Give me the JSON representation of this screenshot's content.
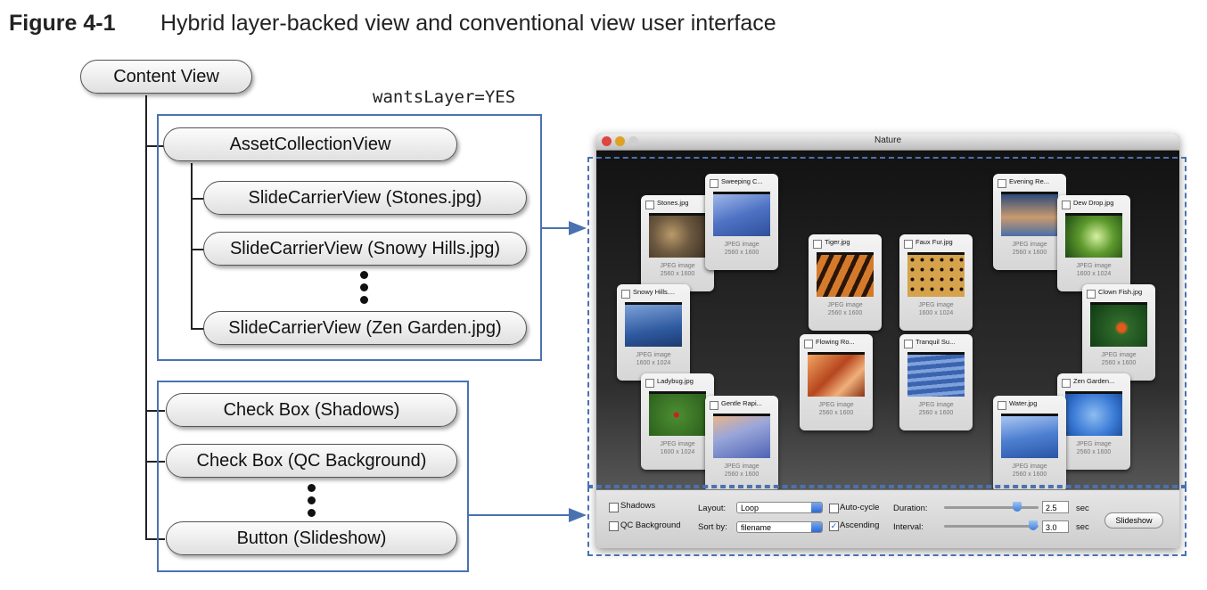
{
  "figure": {
    "label": "Figure 4-1",
    "title": "Hybrid layer-backed view and conventional view user interface"
  },
  "hierarchy": {
    "root": "Content View",
    "wants_layer": "wantsLayer=YES",
    "asset_collection": "AssetCollectionView",
    "slide_carriers": [
      "SlideCarrierView (Stones.jpg)",
      "SlideCarrierView (Snowy Hills.jpg)",
      "SlideCarrierView (Zen Garden.jpg)"
    ],
    "controls": [
      "Check Box (Shadows)",
      "Check Box (QC Background)",
      "Button (Slideshow)"
    ]
  },
  "window": {
    "title": "Nature",
    "colors": {
      "close": "#e0443e",
      "minimize": "#dea123",
      "zoom": "#1aab29"
    },
    "slides": [
      {
        "name": "Stones.jpg",
        "type": "JPEG image",
        "dims": "2560 x 1600"
      },
      {
        "name": "Sweeping C...",
        "type": "JPEG image",
        "dims": "2560 x 1600"
      },
      {
        "name": "Tiger.jpg",
        "type": "JPEG image",
        "dims": "2560 x 1600"
      },
      {
        "name": "Faux Fur.jpg",
        "type": "JPEG image",
        "dims": "1600 x 1024"
      },
      {
        "name": "Evening Re...",
        "type": "JPEG image",
        "dims": "2560 x 1600"
      },
      {
        "name": "Dew Drop.jpg",
        "type": "JPEG image",
        "dims": "1600 x 1024"
      },
      {
        "name": "Snowy Hills....",
        "type": "JPEG image",
        "dims": "1600 x 1024"
      },
      {
        "name": "Clown Fish.jpg",
        "type": "JPEG image",
        "dims": "2560 x 1600"
      },
      {
        "name": "Flowing Ro...",
        "type": "JPEG image",
        "dims": "2560 x 1600"
      },
      {
        "name": "Tranquil Su...",
        "type": "JPEG image",
        "dims": "2560 x 1600"
      },
      {
        "name": "Ladybug.jpg",
        "type": "JPEG image",
        "dims": "1600 x 1024"
      },
      {
        "name": "Gentle Rapi...",
        "type": "JPEG image",
        "dims": "2560 x 1600"
      },
      {
        "name": "Zen Garden...",
        "type": "JPEG image",
        "dims": "2560 x 1600"
      },
      {
        "name": "Water.jpg",
        "type": "JPEG image",
        "dims": "2560 x 1600"
      }
    ],
    "controls": {
      "shadows": "Shadows",
      "qc_background": "QC Background",
      "layout_label": "Layout:",
      "layout_value": "Loop",
      "sort_label": "Sort by:",
      "sort_value": "filename",
      "auto_cycle": "Auto-cycle",
      "ascending": "Ascending",
      "duration_label": "Duration:",
      "duration_value": "2.5",
      "interval_label": "Interval:",
      "interval_value": "3.0",
      "unit": "sec",
      "slideshow": "Slideshow"
    }
  }
}
